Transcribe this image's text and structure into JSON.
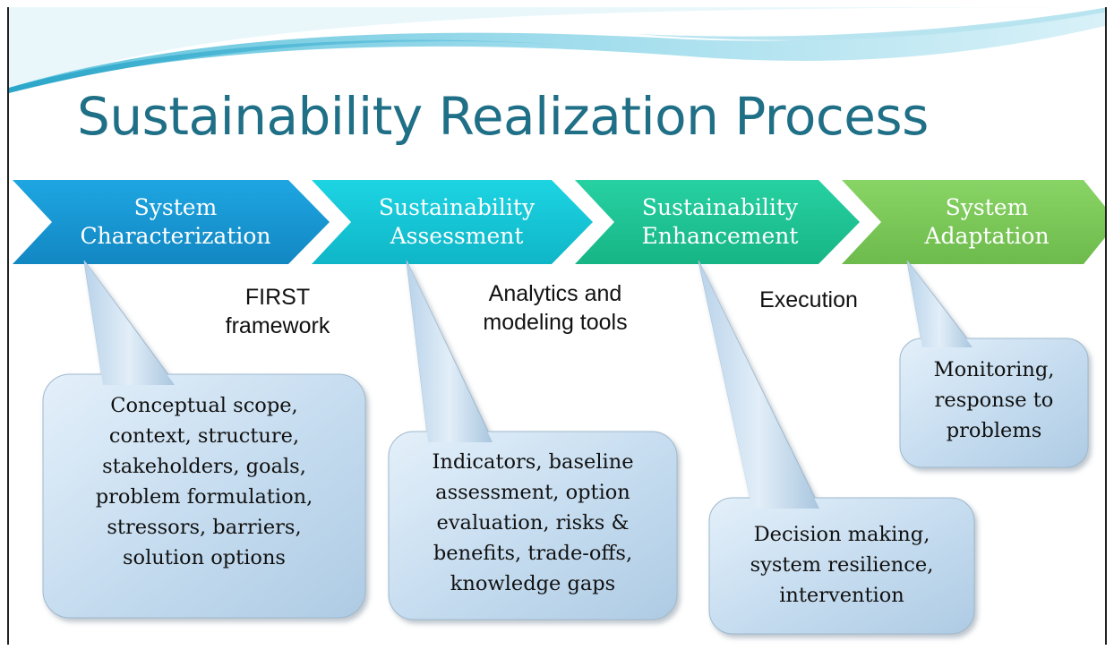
{
  "title": "Sustainability Realization Process",
  "colors": {
    "title": "#1f6f87",
    "chevron_1": "#1899d6",
    "chevron_2": "#12c8d8",
    "chevron_3": "#1fc596",
    "chevron_4": "#7cc95a",
    "callout_fill": "#c9dff1",
    "callout_stroke": "#9fb8cc"
  },
  "chevrons": [
    {
      "line1": "System",
      "line2": "Characterization"
    },
    {
      "line1": "Sustainability",
      "line2": "Assessment"
    },
    {
      "line1": "Sustainability",
      "line2": "Enhancement"
    },
    {
      "line1": "System",
      "line2": "Adaptation"
    }
  ],
  "notes": [
    {
      "line1": "FIRST",
      "line2": "framework"
    },
    {
      "line1": "Analytics and",
      "line2": "modeling tools"
    },
    {
      "line1": "Execution",
      "line2": ""
    }
  ],
  "callouts": [
    {
      "lines": [
        "Conceptual scope,",
        "context, structure,",
        "stakeholders, goals,",
        "problem formulation,",
        "stressors, barriers,",
        "solution options"
      ]
    },
    {
      "lines": [
        "Indicators, baseline",
        "assessment, option",
        "evaluation, risks &",
        "benefits, trade-offs,",
        "knowledge gaps"
      ]
    },
    {
      "lines": [
        "Decision making,",
        "system resilience,",
        "intervention"
      ]
    },
    {
      "lines": [
        "Monitoring,",
        "response to",
        "problems"
      ]
    }
  ]
}
